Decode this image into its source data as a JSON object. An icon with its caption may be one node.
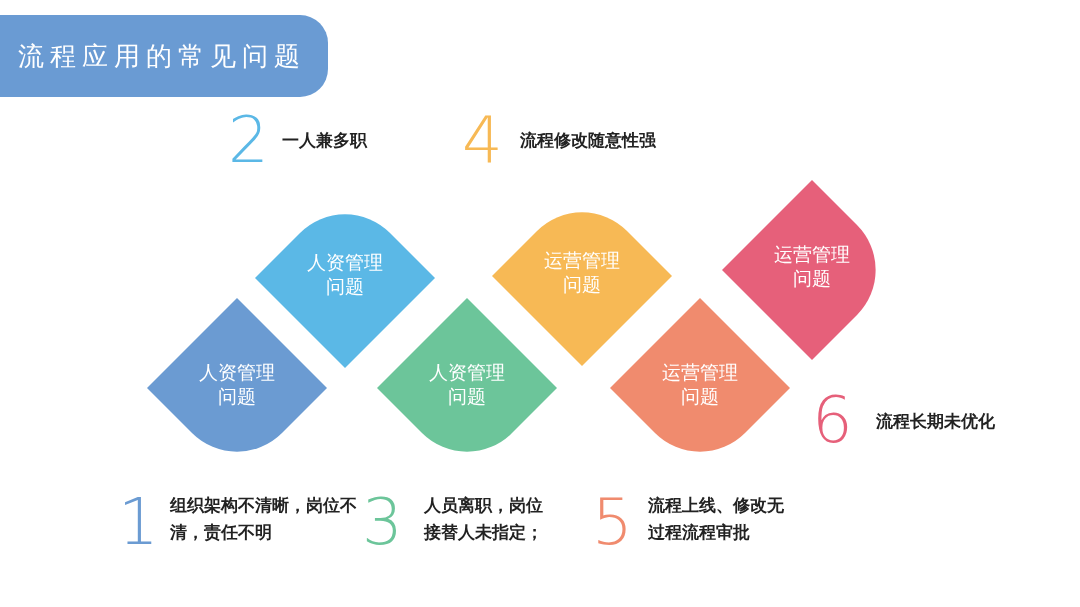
{
  "diagram": {
    "title": "流程应用的常见问题",
    "nodes": [
      {
        "text": [
          "人资管理问题"
        ]
      },
      {
        "text": [
          "人资管理问题"
        ]
      },
      {
        "text": [
          "人资管理问题"
        ]
      },
      {
        "text": [
          "运营管理问题"
        ]
      },
      {
        "text": [
          "运营管理问题"
        ]
      },
      {
        "text": [
          "运营管理问题"
        ]
      }
    ],
    "labels": [
      "2",
      "一人兼多职",
      "4",
      "流程修改随意性强",
      "6",
      "流程长期未优化",
      "1",
      "组织架构不清晰，岗位不清，责任不明",
      "3",
      "人员离职，岗位接替人未指定；",
      "5",
      "流程上线、修改无过程流程审批"
    ]
  }
}
